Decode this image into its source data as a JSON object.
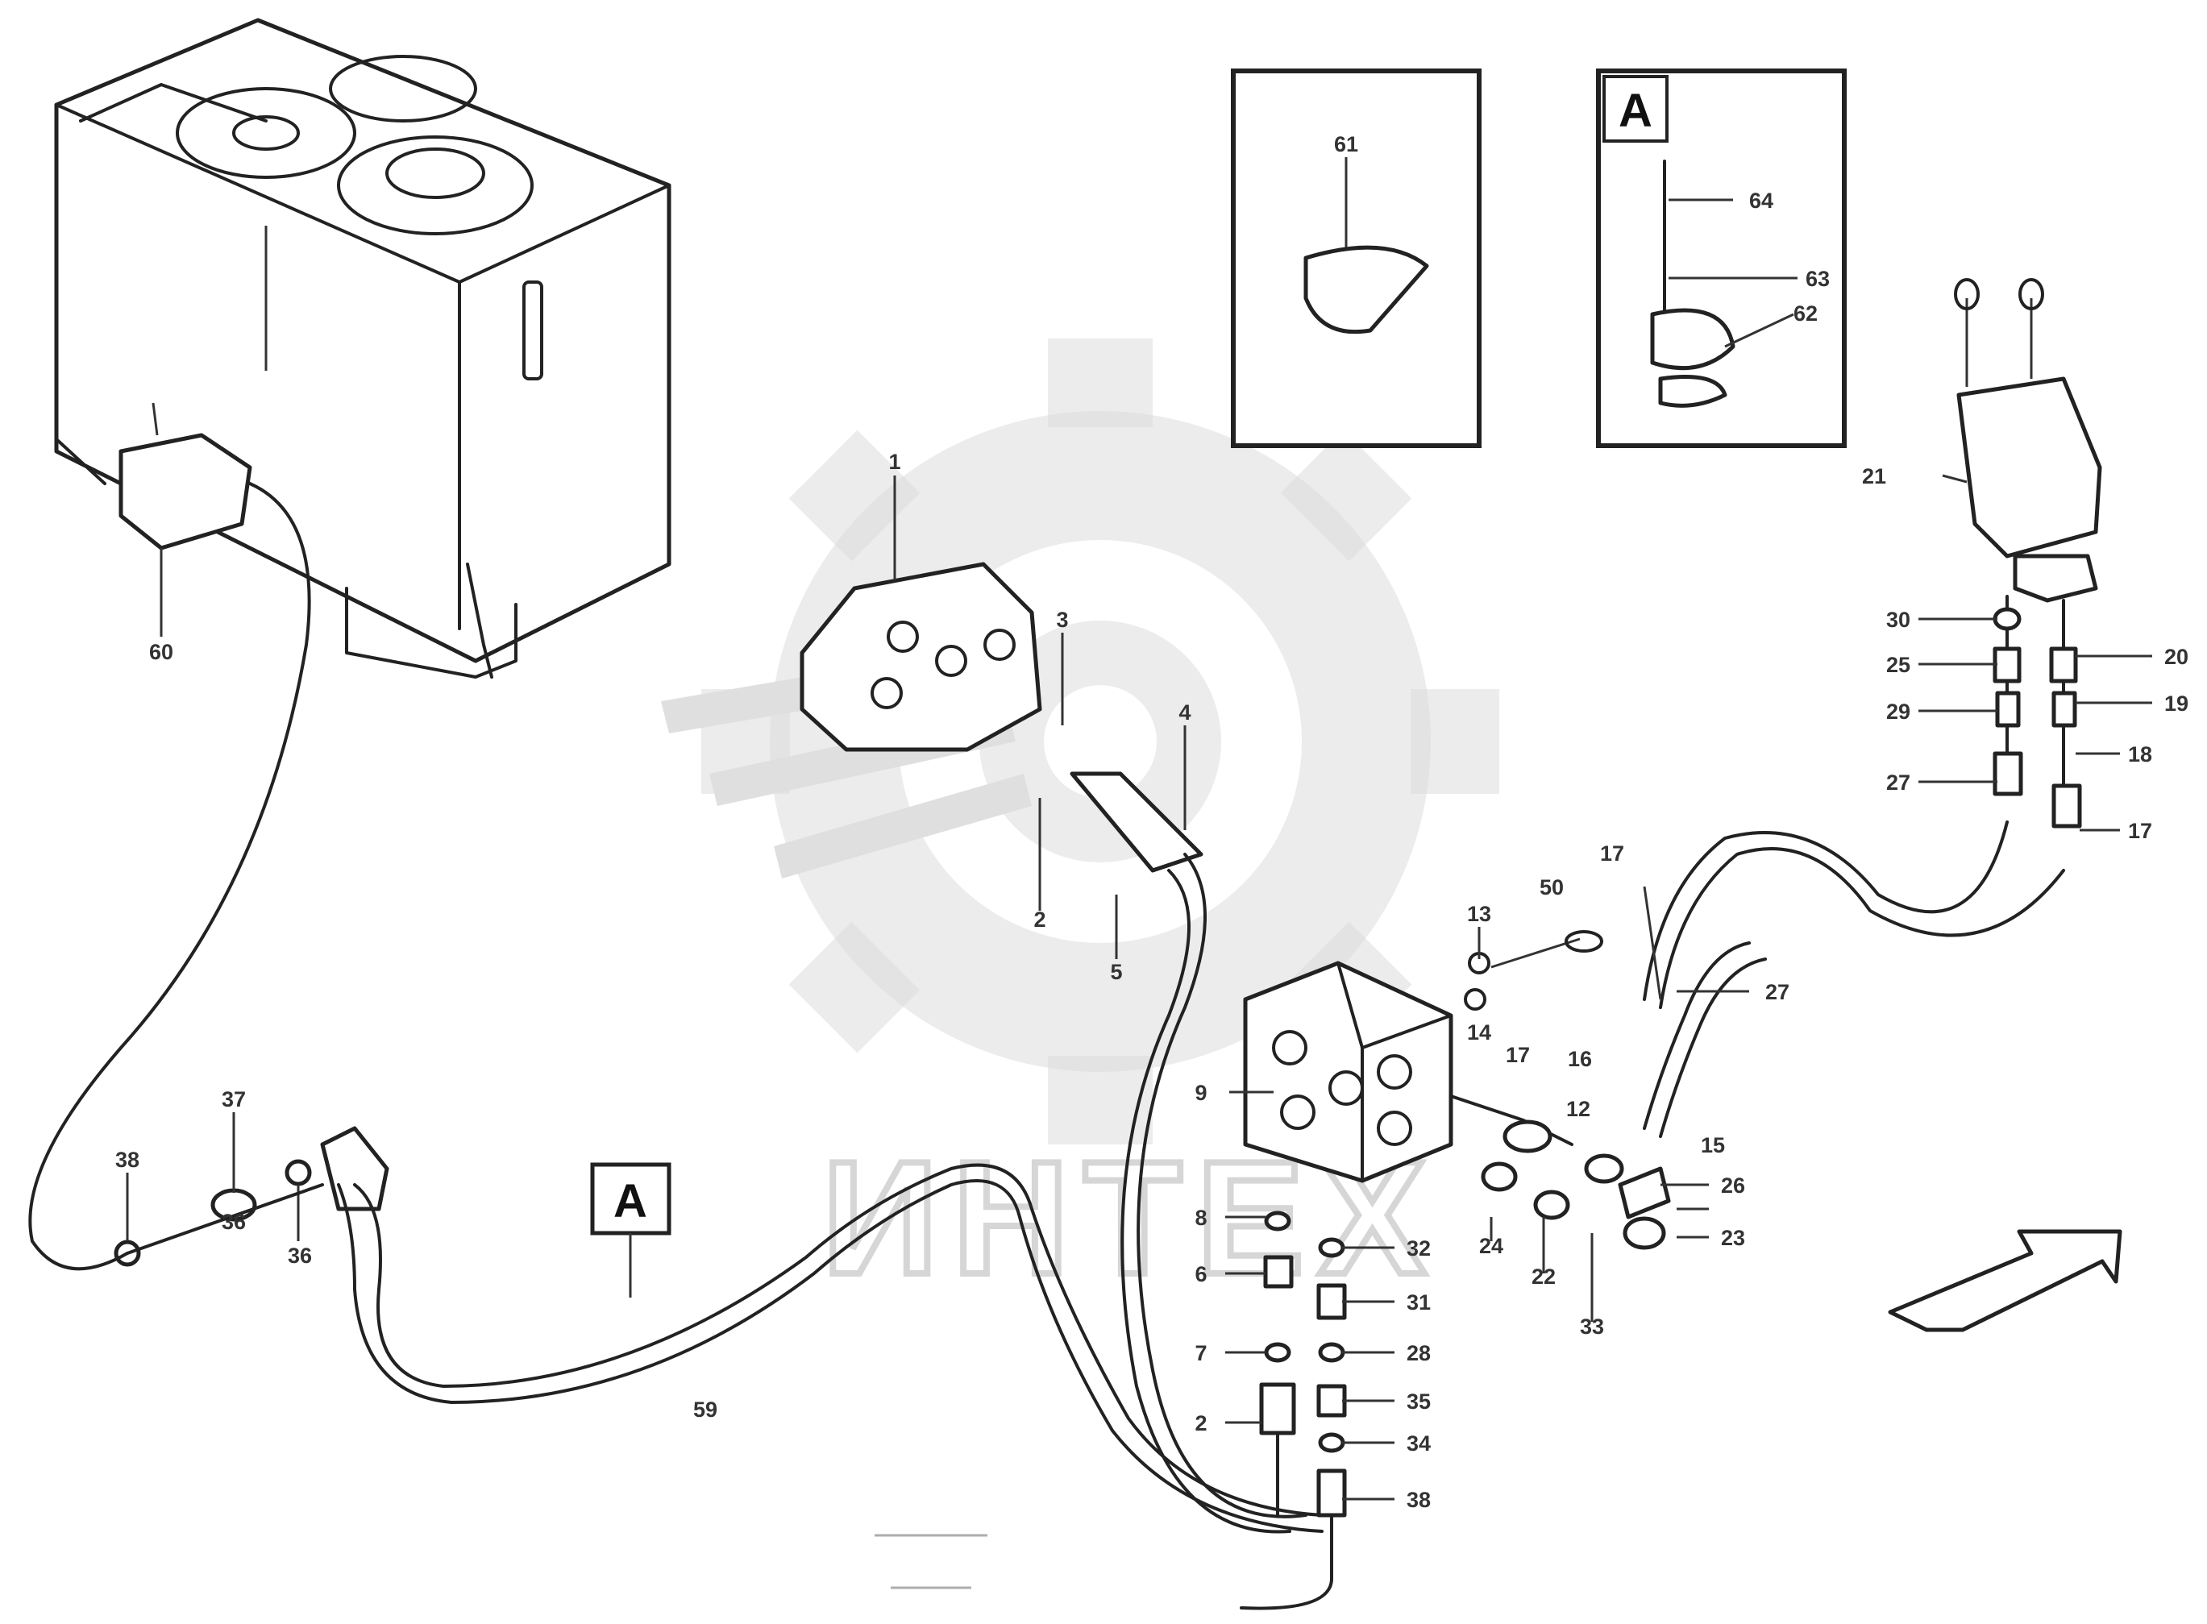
{
  "watermark": {
    "text": "ИНТЕХ",
    "color": "#d9d9d9"
  },
  "detail_boxes": [
    {
      "id": "plain",
      "label": "",
      "callouts": [
        "61"
      ]
    },
    {
      "id": "A",
      "label": "A",
      "callouts": [
        "64",
        "63",
        "62"
      ]
    }
  ],
  "section_marker": "A",
  "footer_lines": [
    "",
    "",
    ""
  ],
  "callouts": {
    "c60": "60",
    "c38": "38",
    "c37": "37",
    "c36": "36",
    "c59": "59",
    "c1": "1",
    "c3": "3",
    "c4": "4",
    "c2": "2",
    "c5": "5",
    "c61": "61",
    "c64": "64",
    "c63": "63",
    "c62": "62",
    "c21": "21",
    "c30": "30",
    "c25": "25",
    "c29": "29",
    "c27": "27",
    "c20": "20",
    "c19": "19",
    "c18": "18",
    "c17b": "17",
    "c17": "17",
    "c27b": "27",
    "c13": "13",
    "c50": "50",
    "c14": "14",
    "c17c": "17",
    "c16": "16",
    "c12": "12",
    "c15": "15",
    "c26": "26",
    "c23": "23",
    "c24": "24",
    "c22": "22",
    "c33": "33",
    "c9": "9",
    "c8": "8",
    "c6": "6",
    "c7": "7",
    "c2b": "2",
    "c32": "32",
    "c31": "31",
    "c28": "28",
    "c35": "35",
    "c34": "34",
    "c38b": "38"
  }
}
